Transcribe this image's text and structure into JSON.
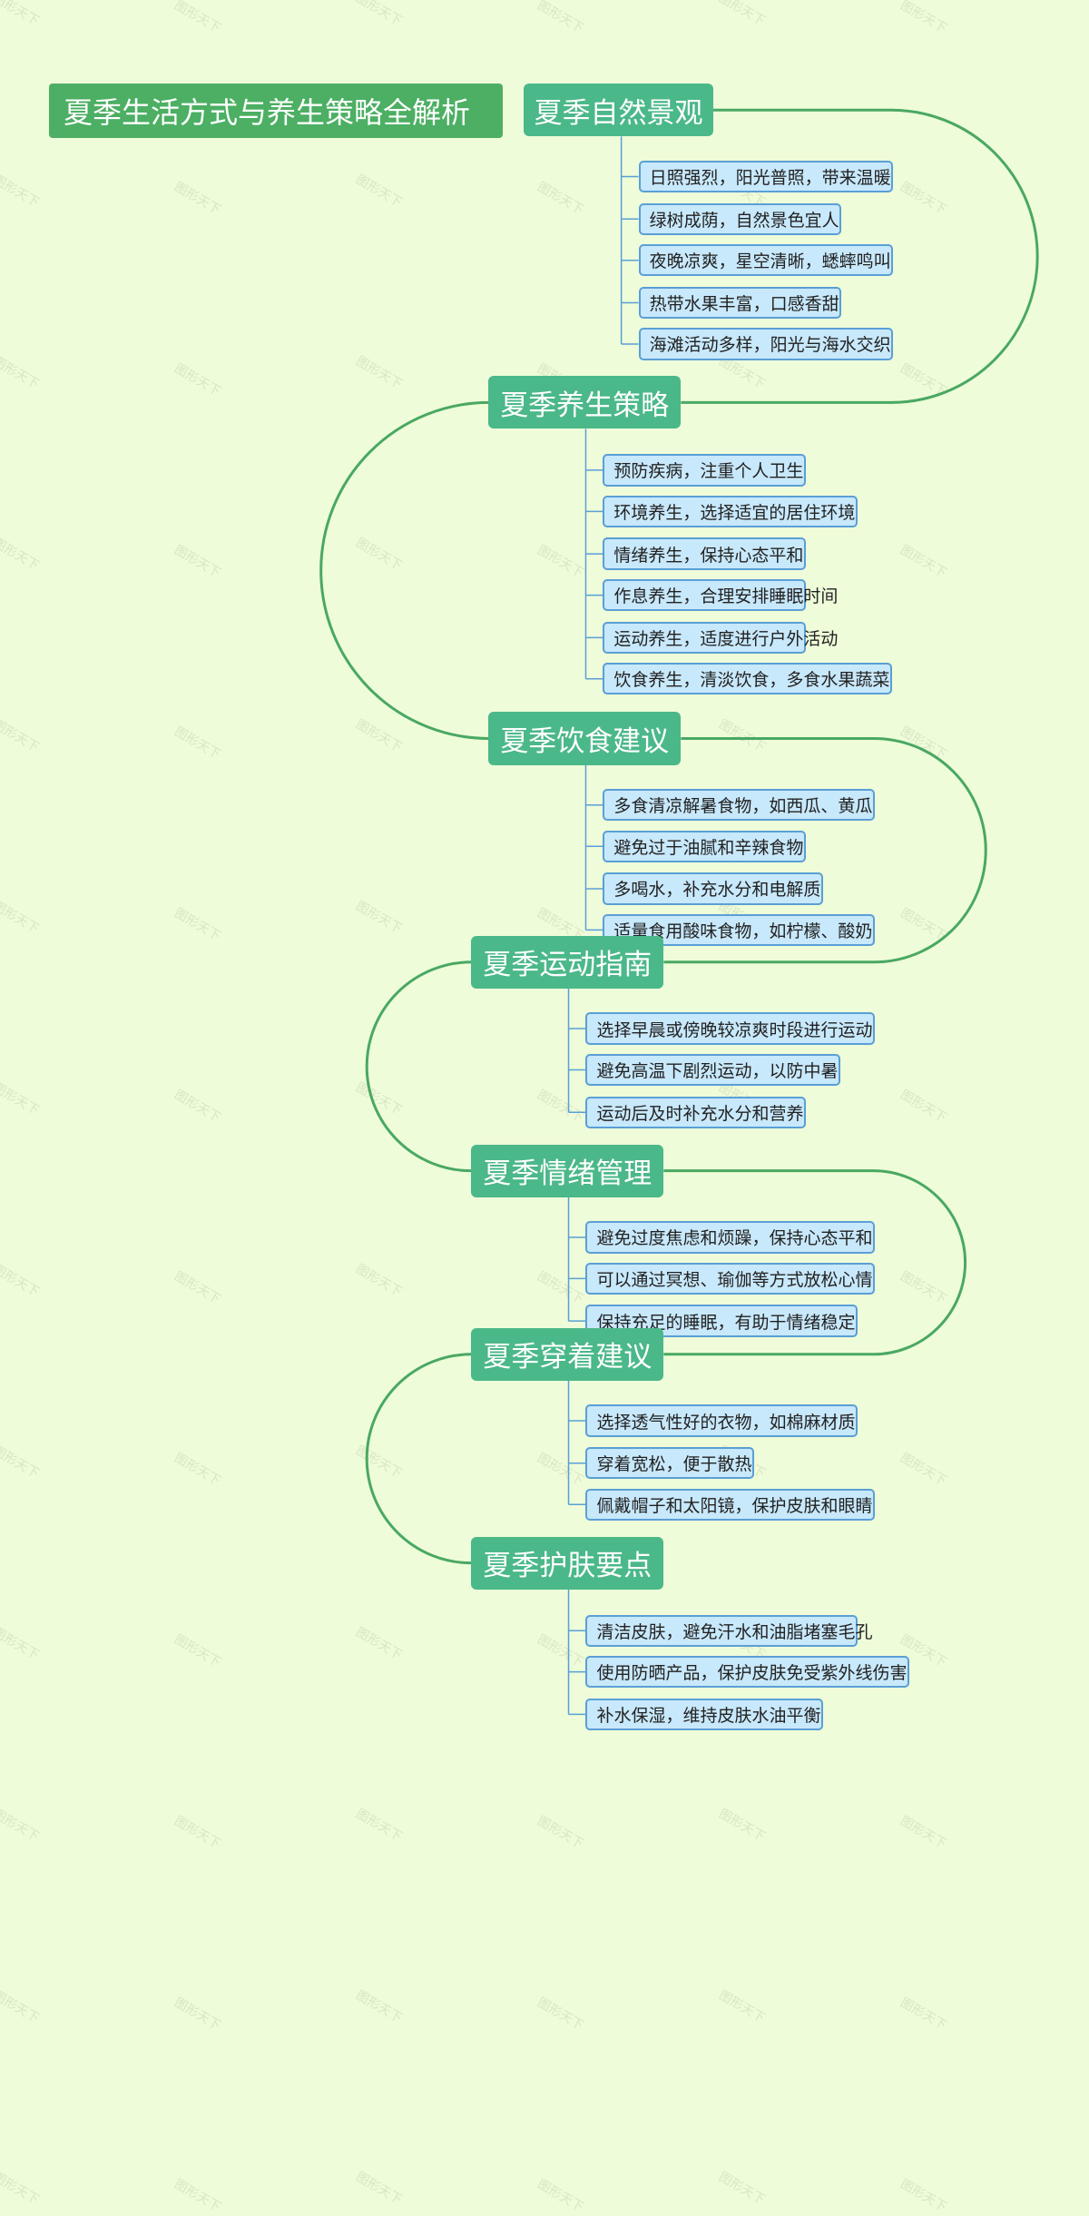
{
  "watermark": "图形天下",
  "root": {
    "title": "夏季生活方式与养生策略全解析"
  },
  "branches": [
    {
      "title": "夏季自然景观",
      "items": [
        "日照强烈，阳光普照，带来温暖",
        "绿树成荫，自然景色宜人",
        "夜晚凉爽，星空清晰，蟋蟀鸣叫",
        "热带水果丰富，口感香甜",
        "海滩活动多样，阳光与海水交织"
      ]
    },
    {
      "title": "夏季养生策略",
      "items": [
        "预防疾病，注重个人卫生",
        "环境养生，选择适宜的居住环境",
        "情绪养生，保持心态平和",
        "作息养生，合理安排睡眠时间",
        "运动养生，适度进行户外活动",
        "饮食养生，清淡饮食，多食水果蔬菜"
      ]
    },
    {
      "title": "夏季饮食建议",
      "items": [
        "多食清凉解暑食物，如西瓜、黄瓜",
        "避免过于油腻和辛辣食物",
        "多喝水，补充水分和电解质",
        "适量食用酸味食物，如柠檬、酸奶"
      ]
    },
    {
      "title": "夏季运动指南",
      "items": [
        "选择早晨或傍晚较凉爽时段进行运动",
        "避免高温下剧烈运动，以防中暑",
        "运动后及时补充水分和营养"
      ]
    },
    {
      "title": "夏季情绪管理",
      "items": [
        "避免过度焦虑和烦躁，保持心态平和",
        "可以通过冥想、瑜伽等方式放松心情",
        "保持充足的睡眠，有助于情绪稳定"
      ]
    },
    {
      "title": "夏季穿着建议",
      "items": [
        "选择透气性好的衣物，如棉麻材质",
        "穿着宽松，便于散热",
        "佩戴帽子和太阳镜，保护皮肤和眼睛"
      ]
    },
    {
      "title": "夏季护肤要点",
      "items": [
        "清洁皮肤，避免汗水和油脂堵塞毛孔",
        "使用防晒产品，保护皮肤免受紫外线伤害",
        "补水保湿，维持皮肤水油平衡"
      ]
    }
  ]
}
